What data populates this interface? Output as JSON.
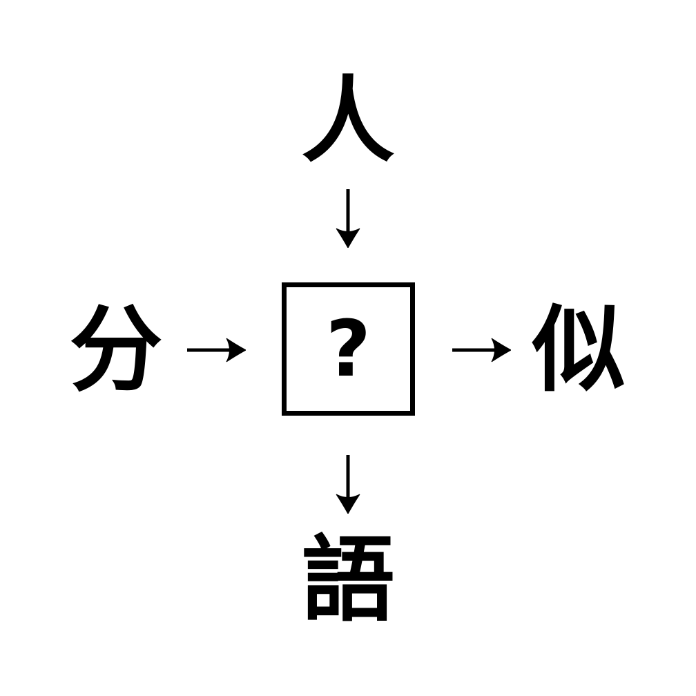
{
  "puzzle": {
    "top_char": "人",
    "left_char": "分",
    "right_char": "似",
    "bottom_char": "語",
    "answer_placeholder": "?"
  },
  "icons": {
    "arrow_down": "↓",
    "arrow_right": "→"
  },
  "colors": {
    "ink": "#000000",
    "background": "#ffffff"
  }
}
